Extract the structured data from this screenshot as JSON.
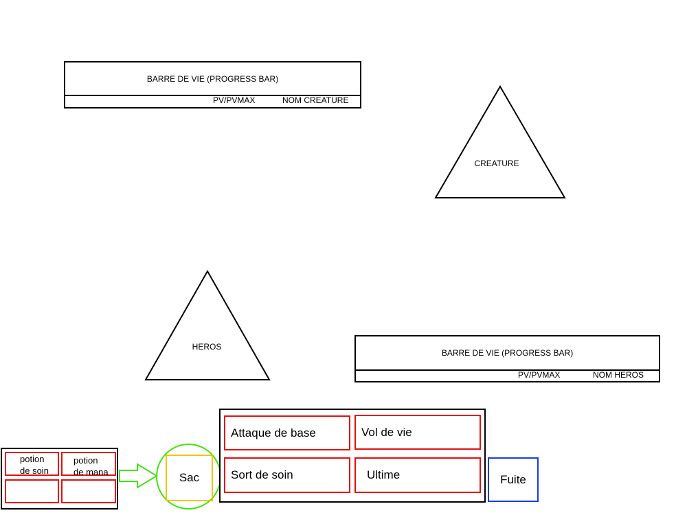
{
  "creature_bar": {
    "label": "BARRE DE VIE (PROGRESS BAR)",
    "hp": "PV/PVMAX",
    "name": "NOM CREATURE"
  },
  "creature": {
    "label": "CREATURE"
  },
  "hero": {
    "label": "HEROS"
  },
  "hero_bar": {
    "label": "BARRE DE VIE (PROGRESS BAR)",
    "hp": "PV/PVMAX",
    "name": "NOM HEROS"
  },
  "actions": {
    "basic_attack": "Attaque de base",
    "life_steal": "Vol de vie",
    "heal_spell": "Sort de soin",
    "ultimate": "Ultime"
  },
  "inventory": {
    "slots": [
      {
        "line1": "potion",
        "line2": "de soin"
      },
      {
        "line1": "potion",
        "line2": "de mana"
      },
      {
        "line1": "",
        "line2": ""
      },
      {
        "line1": "",
        "line2": ""
      }
    ]
  },
  "bag": {
    "label": "Sac"
  },
  "flee": {
    "label": "Fuite"
  },
  "colors": {
    "action_border": "#e01010",
    "bag_circle": "#44e010",
    "bag_box": "#f2c200",
    "flee_border": "#1a3ed8"
  }
}
